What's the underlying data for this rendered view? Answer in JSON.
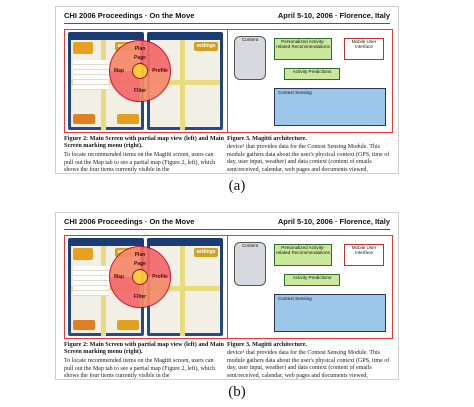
{
  "panels": [
    {
      "header_left": "CHI 2006 Proceedings · On the Move",
      "header_right": "April 5-10, 2006 · Florence, Italy",
      "left_caption_title": "Figure 2: Main Screen with partial map view (left) and Main Screen marking menu (right).",
      "left_body": "To locate recommended items on the Magitti screen, users can pull out the Map tab to see a partial map (Figure 2, left), which shows the four items currently visible in the",
      "right_caption_title": "Figure 3. Magitti architecture.",
      "right_body": "device¹ that provides data for the Contest Sensing Module. This module gathers data about the user's physical context (GPS, time of day, user input, weather) and data context (content of emails sent/received, calendar, web pages and documents viewed, applications used). The data are",
      "label": "(a)"
    },
    {
      "header_left": "CHI 2006 Proceedings · On the Move",
      "header_right": "April 5-10, 2006 · Florence, Italy",
      "left_caption_title": "Figure 2: Main Screen with partial map view (left) and Main Screen marking menu (right).",
      "left_body": "To locate recommended items on the Magitti screen, users can pull out the Map tab to see a partial map (Figure 2, left), which shows the four items currently visible in the",
      "right_caption_title": "Figure 3. Magitti architecture.",
      "right_body": "device¹ that provides data for the Contest Sensing Module. This module gathers data about the user's physical context (GPS, time of day, user input, weather) and data context (content of emails sent/received, calendar, web pages and documents viewed, applications used). The data are",
      "label": "(b)"
    }
  ],
  "architecture": {
    "store": "Content",
    "personalized": "Personalized Activity-related Recommendations",
    "mobile": "Mobile User Interface",
    "activity": "Activity Predictions",
    "sensing": "Context Sensing"
  },
  "phone": {
    "settings": "settings",
    "menu_top": "Plan Page",
    "menu_left": "Map",
    "menu_right": "Profile",
    "menu_bottom": "Filter"
  },
  "colors": {
    "figure_border": "#e63a32",
    "box_green": "#c9e89b",
    "box_blue": "#9cc7e8"
  }
}
